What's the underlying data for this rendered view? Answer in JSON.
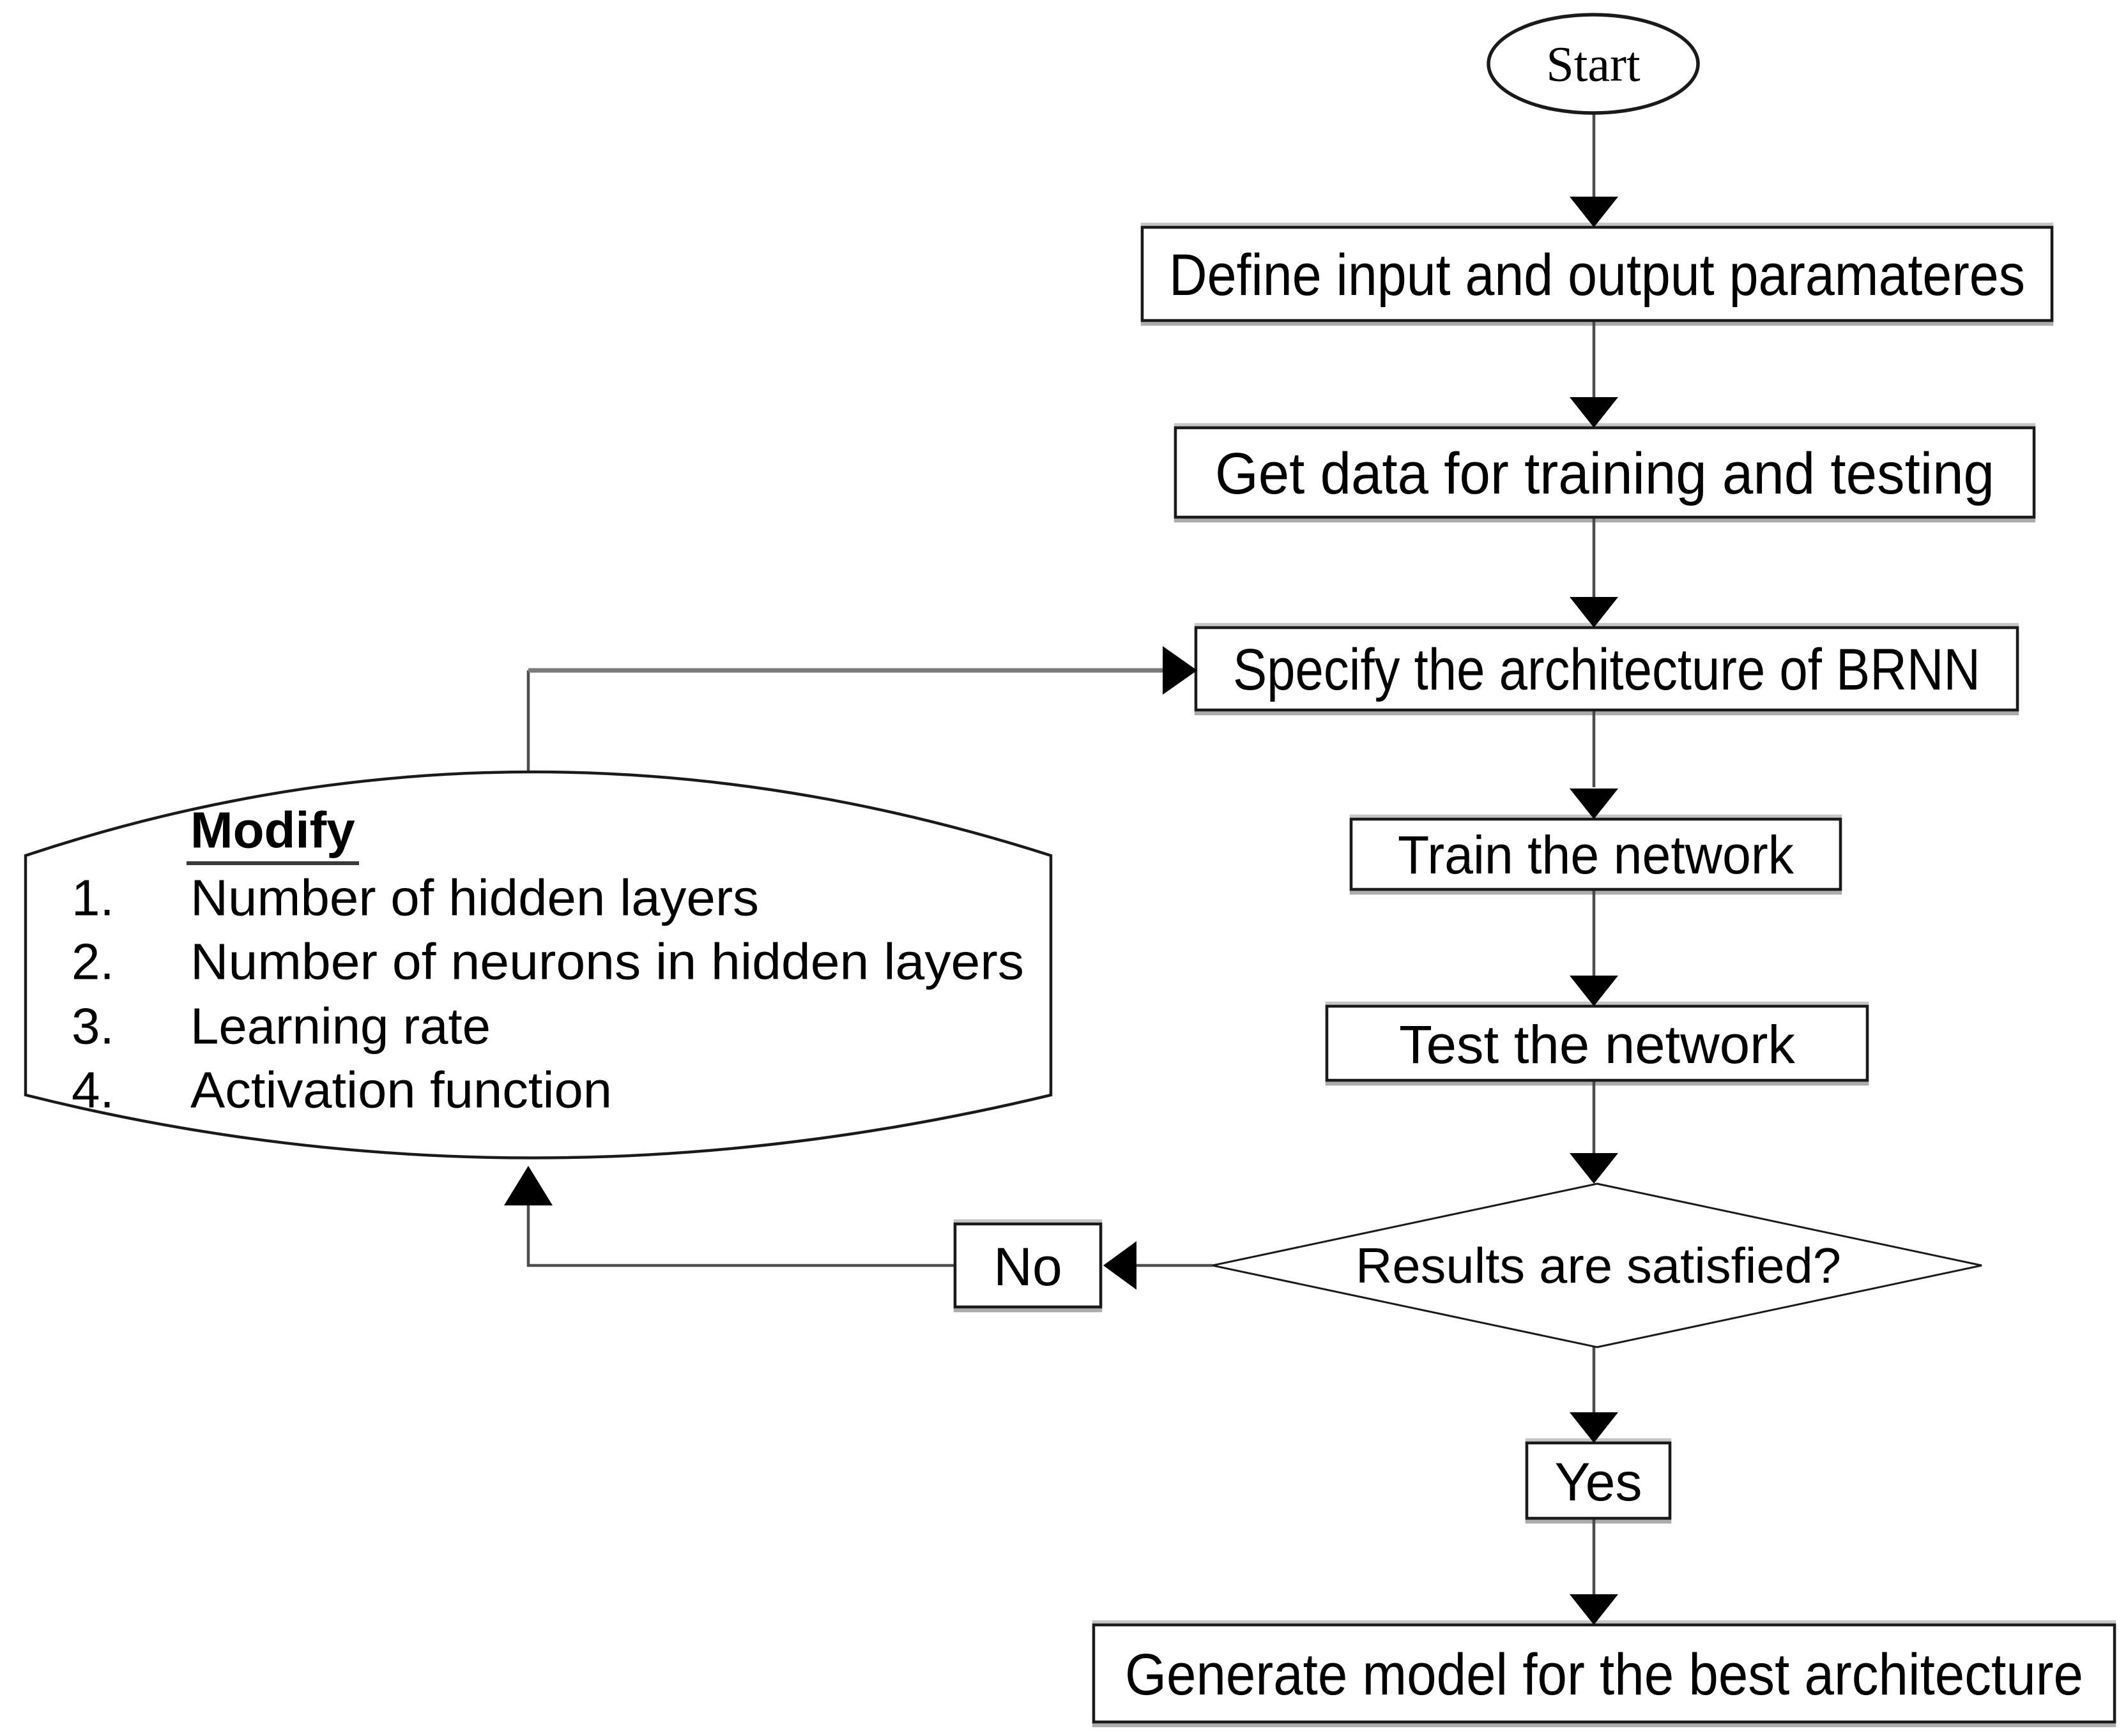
{
  "nodes": {
    "start": "Start",
    "define": "Define input and output paramateres",
    "get_data": "Get data for training and testing",
    "specify": "Specify the architecture of BRNN",
    "train": "Train the network",
    "test": "Test the network",
    "decision": "Results are satisfied?",
    "no_label": "No",
    "yes_label": "Yes",
    "generate": "Generate model for the best architecture"
  },
  "modify": {
    "title": "Modify",
    "items": [
      {
        "num": "1.",
        "label": "Number of hidden layers"
      },
      {
        "num": "2.",
        "label": "Number of neurons in hidden layers"
      },
      {
        "num": "3.",
        "label": "Learning rate"
      },
      {
        "num": "4.",
        "label": "Activation function"
      }
    ]
  },
  "colors": {
    "background": "#ffffff",
    "shape_stroke": "#1a1a1a",
    "connector": "#4d4d4d",
    "connector_light": "#7a7a7a",
    "arrowhead": "#000000",
    "text": "#000000"
  }
}
